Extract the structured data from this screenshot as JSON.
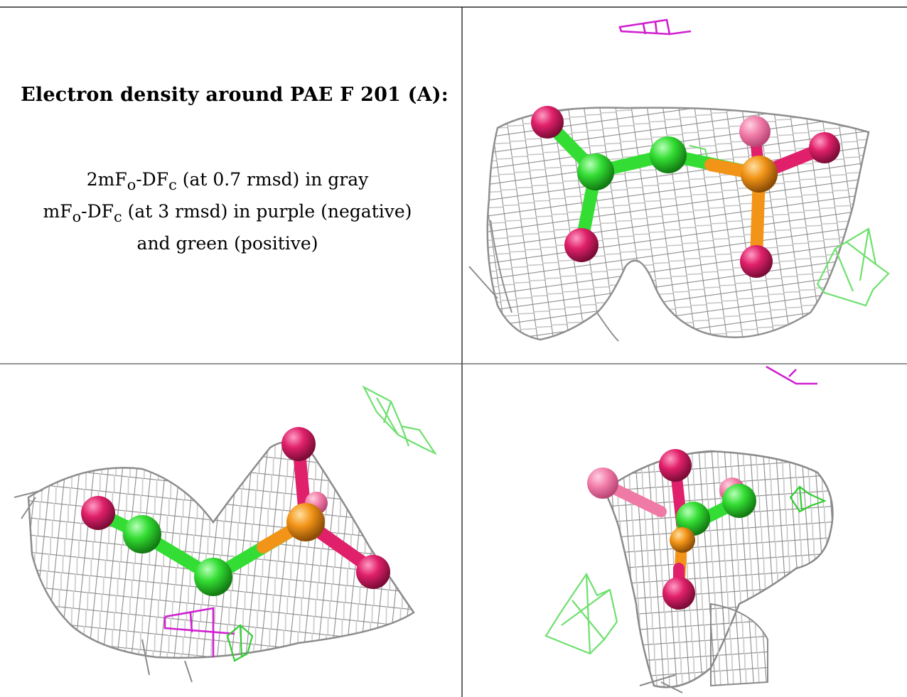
{
  "caption": {
    "title": "Electron density around PAE F 201 (A):",
    "line1": {
      "a": "2mF",
      "a_sub": "o",
      "b": "-DF",
      "b_sub": "c",
      "c": " (at 0.7 rmsd) in gray"
    },
    "line2": {
      "a": "mF",
      "a_sub": "o",
      "b": "-DF",
      "b_sub": "c",
      "c": " (at 3 rmsd) in purple (negative)"
    },
    "line3": "and green (positive)"
  },
  "colors": {
    "mesh_2fofc": "#9a9a9a",
    "mesh_neg": "#d020d0",
    "mesh_pos": "#6ee06e",
    "carbon": "#33dd33",
    "oxygen": "#e0206a",
    "phosphorus": "#f29418",
    "grid_line": "#000000"
  },
  "panels": [
    {
      "id": "top-right",
      "view": "density view 1"
    },
    {
      "id": "bottom-left",
      "view": "density view 2"
    },
    {
      "id": "bottom-right",
      "view": "density view 3"
    }
  ]
}
